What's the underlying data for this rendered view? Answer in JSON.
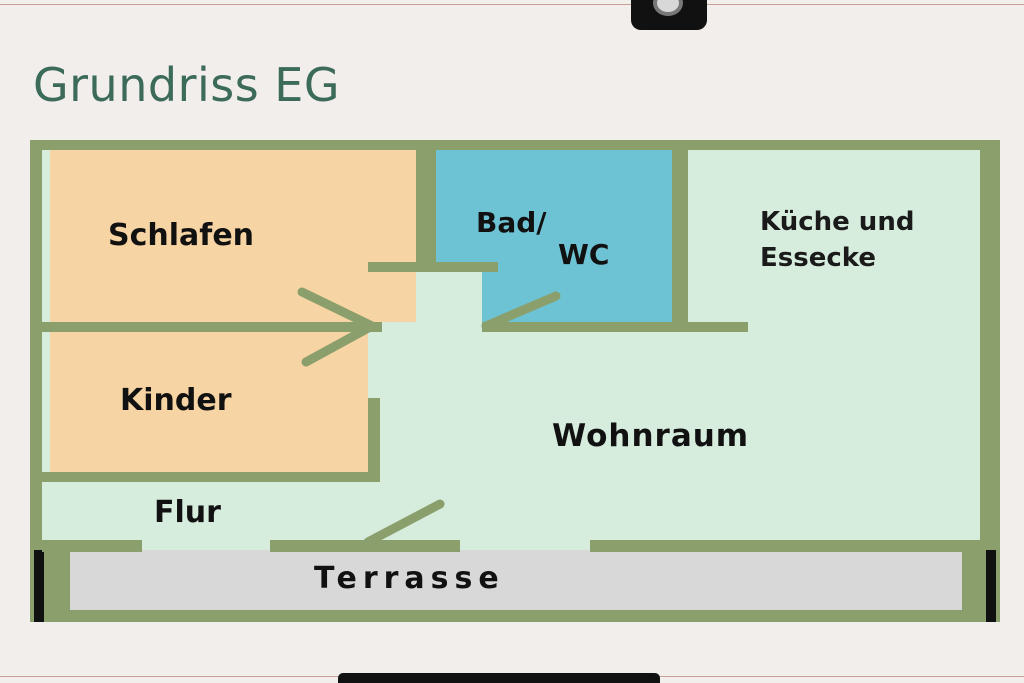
{
  "title": "Grundriss EG",
  "rooms": {
    "schlafen": "Schlafen",
    "bad_line1": "Bad/",
    "bad_line2": "WC",
    "kueche_line1": "Küche und",
    "kueche_line2": "Essecke",
    "kinder": "Kinder",
    "wohnraum": "Wohnraum",
    "flur": "Flur",
    "terrasse": "Terrasse"
  },
  "colors": {
    "wall": "#8a9f6b",
    "bedroom": "#f7d4a3",
    "bathroom": "#6dc2d3",
    "living": "#d6ecdd",
    "terrace": "#d8d8d8",
    "title": "#3c6b5a"
  }
}
